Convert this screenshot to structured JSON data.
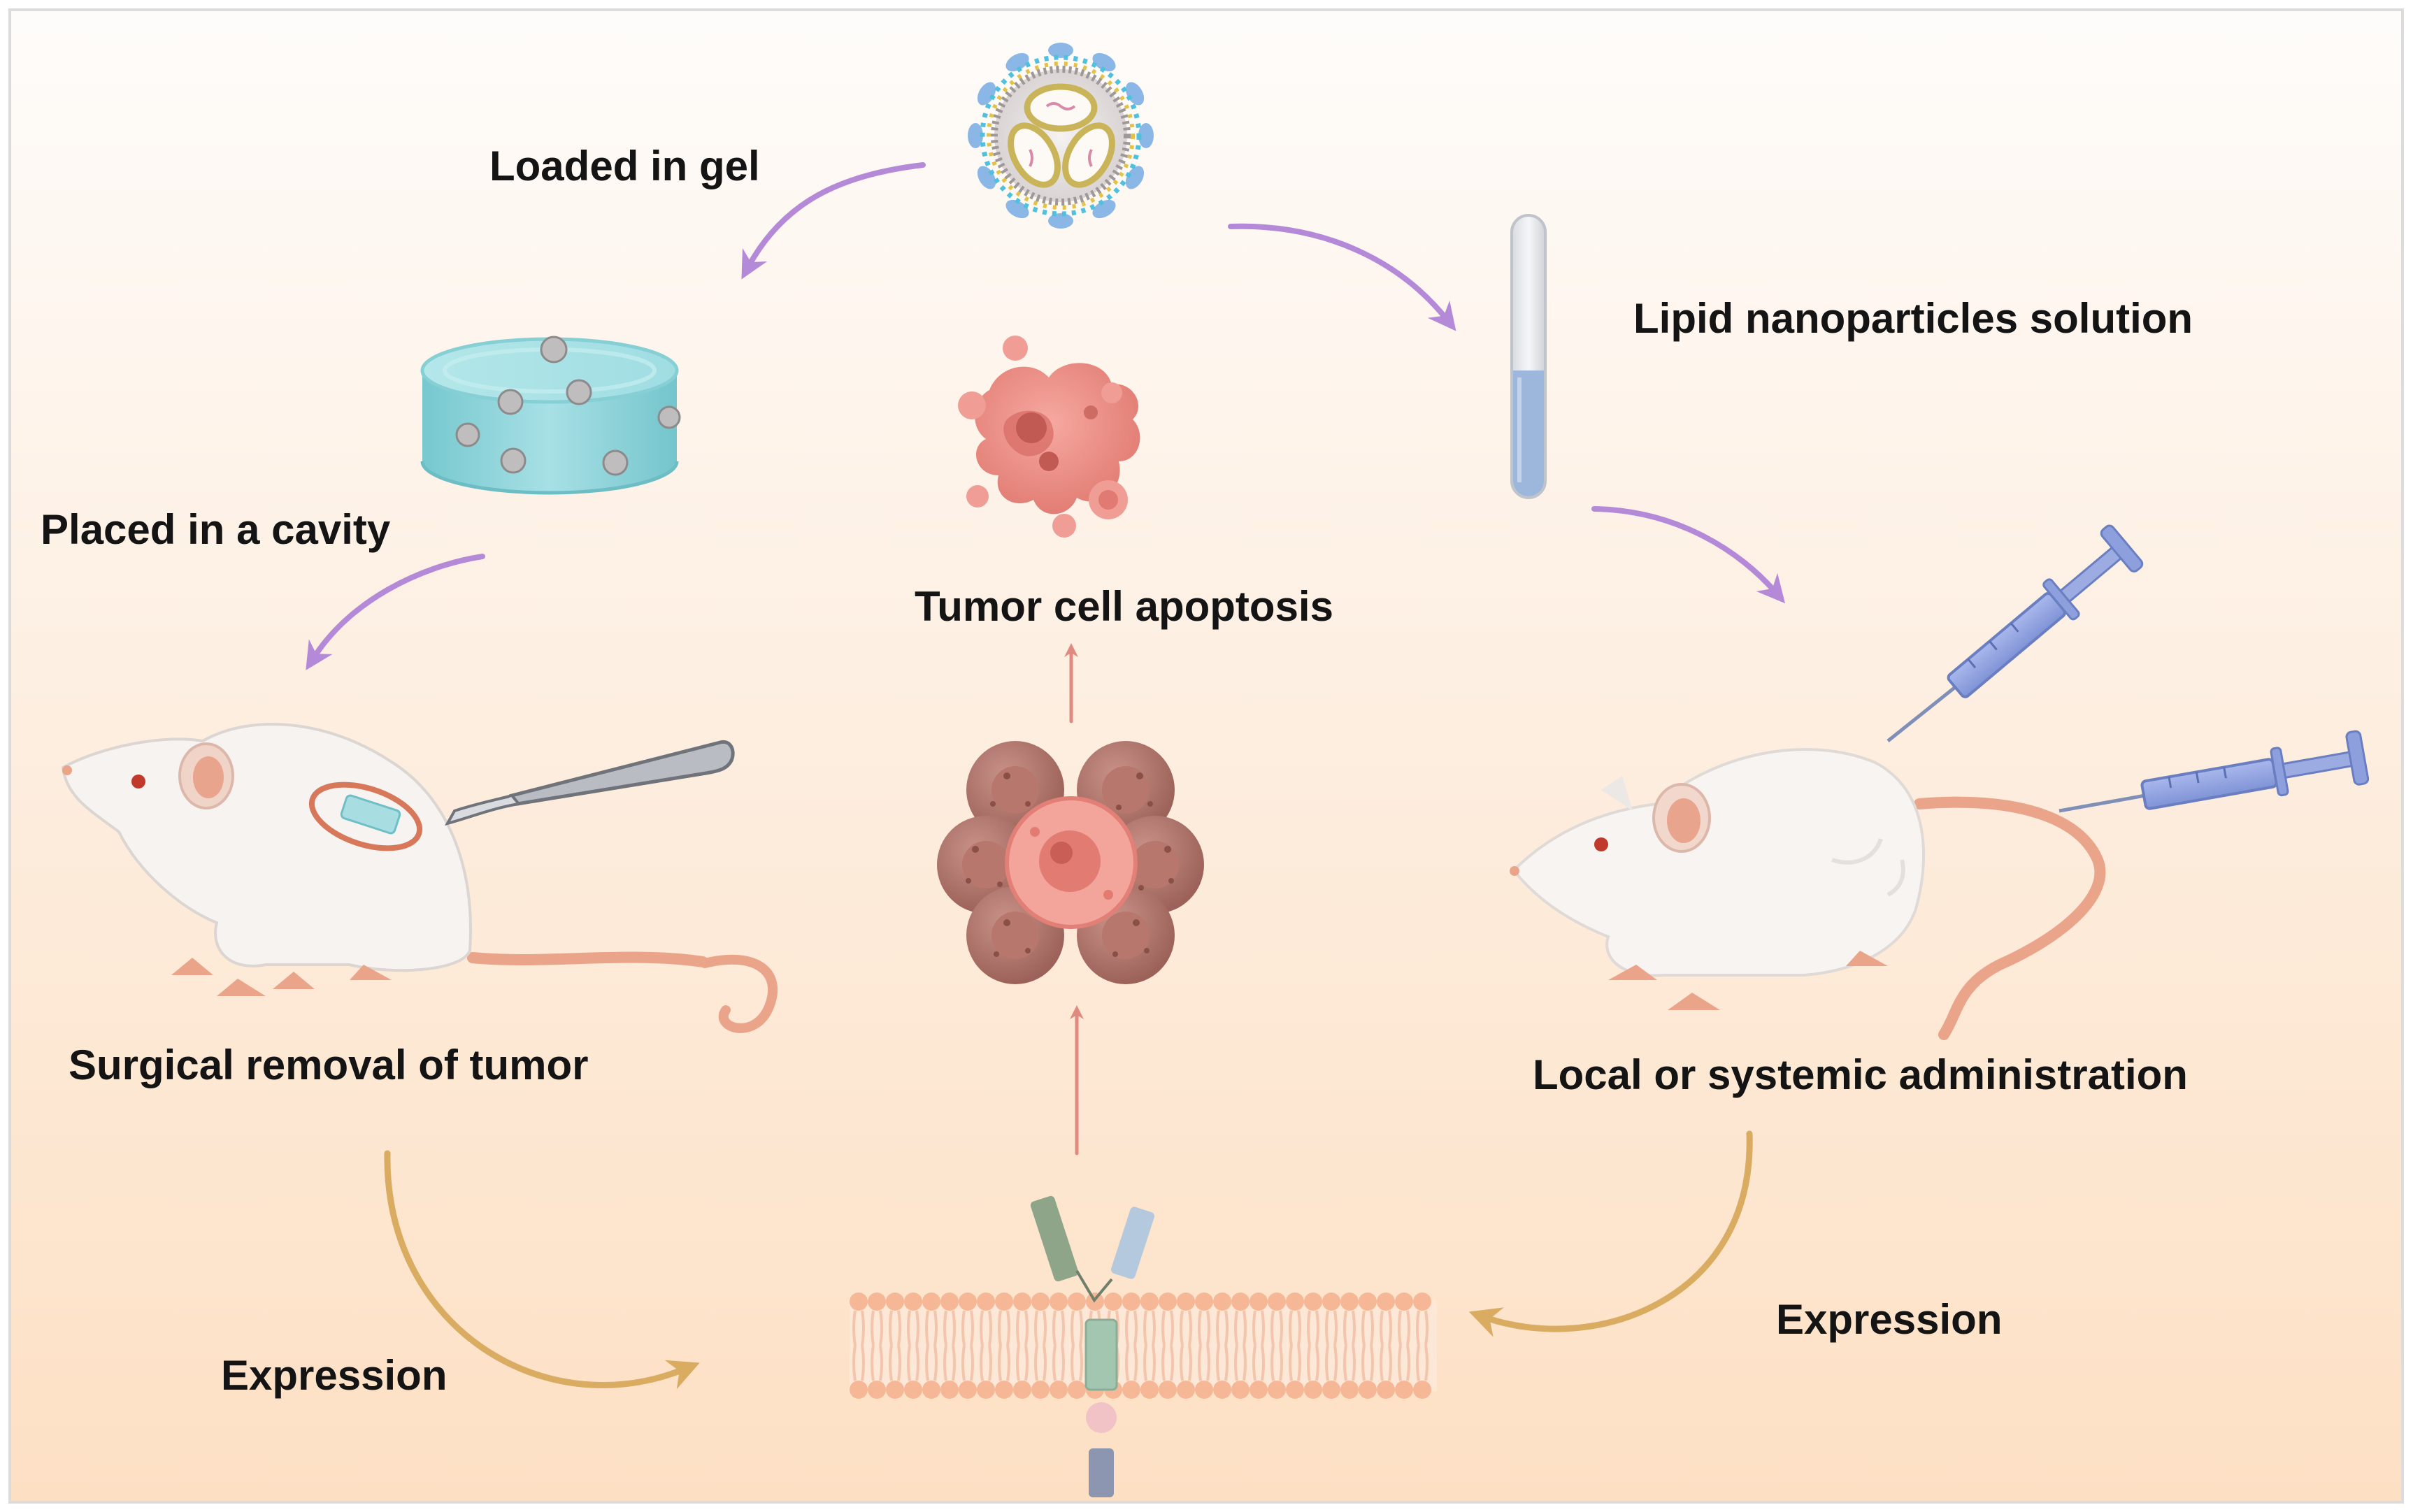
{
  "labels": {
    "loaded_in_gel": "Loaded in gel",
    "lipid_np_solution": "Lipid nanoparticles solution",
    "placed_in_cavity": "Placed in a cavity",
    "tumor_cell_apoptosis": "Tumor cell apoptosis",
    "surgical_removal": "Surgical removal of tumor",
    "local_systemic": "Local or systemic administration",
    "expression_left": "Expression",
    "expression_right": "Expression"
  },
  "colors": {
    "background_top": "#fefcfa",
    "background_bottom": "#fde3c9",
    "arrow_purple": "#b48ad8",
    "arrow_gold": "#d9ac62",
    "arrow_red": "#e08a80",
    "gel": "#8fd6dc",
    "tube_fluid": "#9db6db",
    "mouse_body": "#f7f4f2",
    "mouse_pink": "#eaa48a",
    "syringe": "#8c9fdc",
    "tumor_pink": "#e9847c",
    "tumor_brown": "#a66c62",
    "membrane": "#f6b796"
  }
}
